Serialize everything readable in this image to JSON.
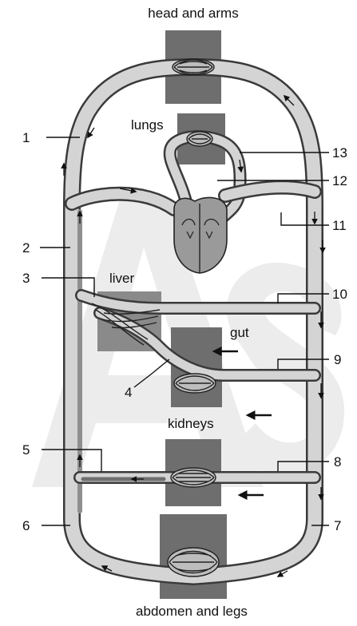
{
  "titles": {
    "top": "head and arms",
    "bottom": "abdomen and legs"
  },
  "organs": {
    "lungs": "lungs",
    "liver": "liver",
    "gut": "gut",
    "kidneys": "kidneys"
  },
  "labels": {
    "n1": "1",
    "n2": "2",
    "n3": "3",
    "n4": "4",
    "n5": "5",
    "n6": "6",
    "n7": "7",
    "n8": "8",
    "n9": "9",
    "n10": "10",
    "n11": "11",
    "n12": "12",
    "n13": "13"
  },
  "colors": {
    "vessel_light": "#d4d4d4",
    "vessel_dark": "#8f8f8f",
    "vessel_outline": "#3a3a3a",
    "organ_block": "#6e6e6e",
    "organ_block_light": "#8a8a8a",
    "heart_fill": "#9a9a9a",
    "watermark": "#ececec"
  }
}
